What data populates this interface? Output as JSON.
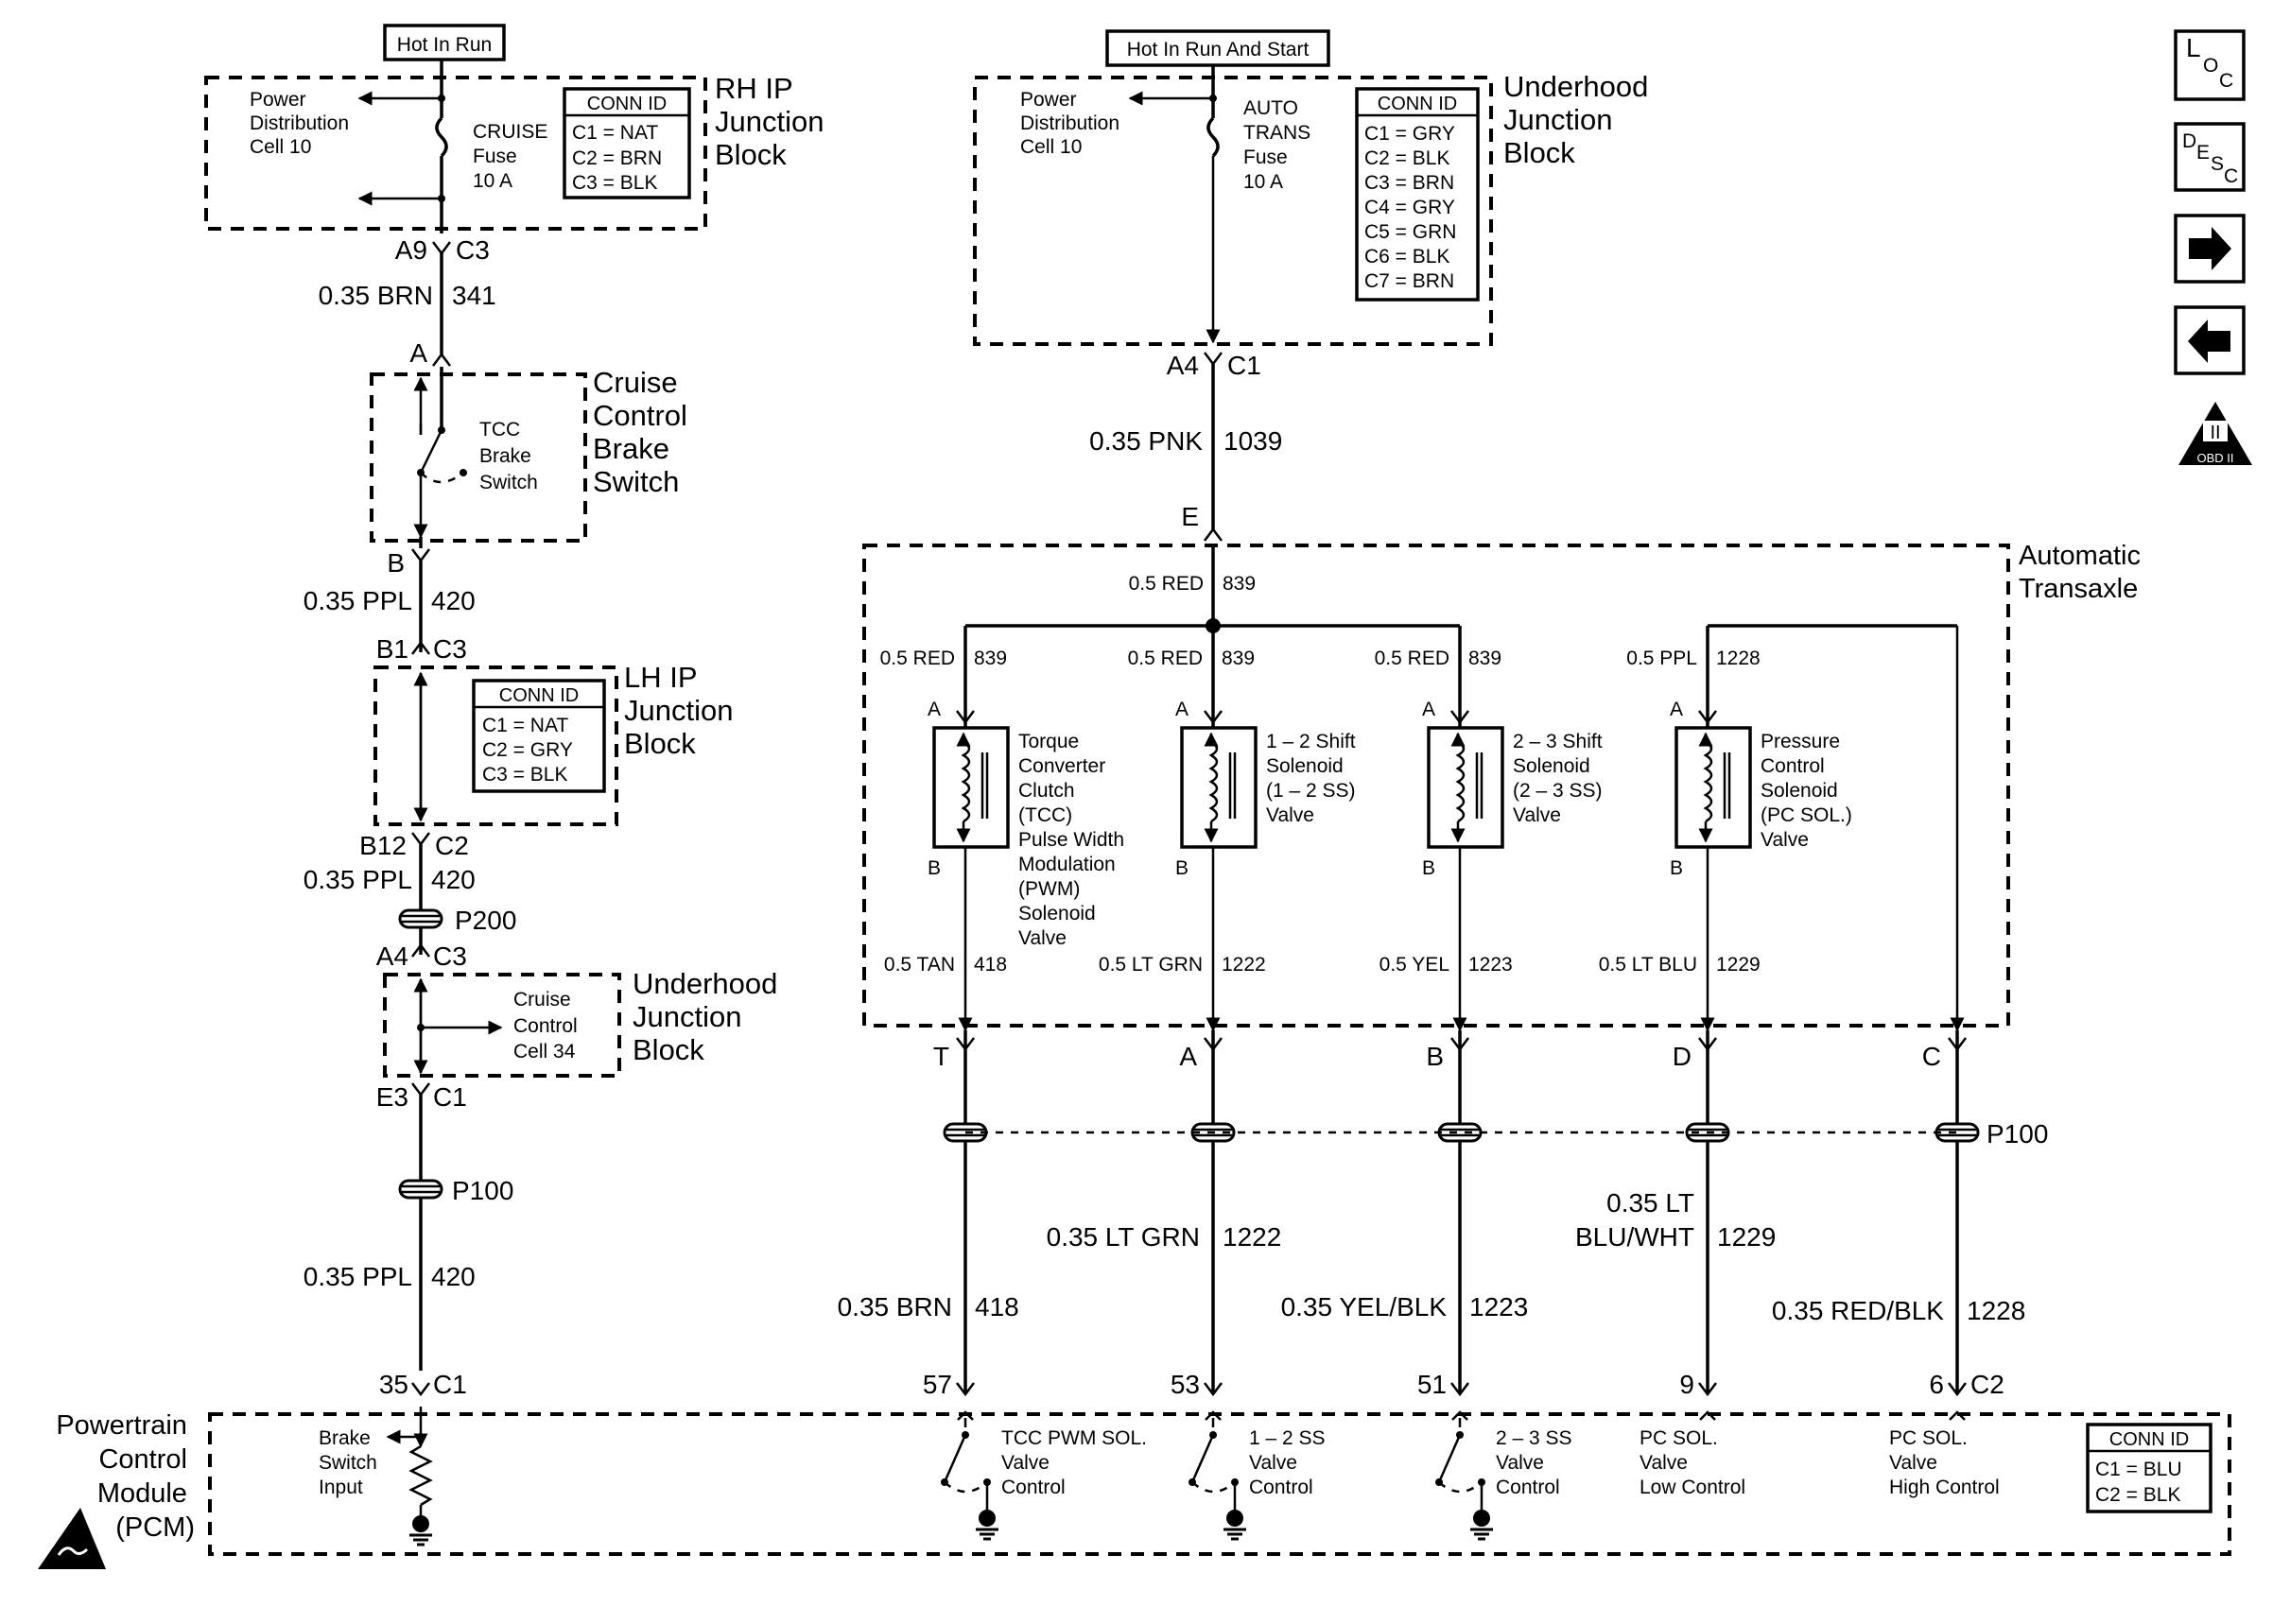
{
  "hot_in_run": "Hot In Run",
  "hot_in_run_start": "Hot In Run And Start",
  "rh_ip": {
    "title": [
      "RH IP",
      "Junction",
      "Block"
    ],
    "pdc": [
      "Power",
      "Distribution",
      "Cell 10"
    ],
    "fuse": [
      "CRUISE",
      "Fuse",
      "10 A"
    ],
    "conn_title": "CONN ID",
    "conn": [
      "C1 = NAT",
      "C2 = BRN",
      "C3 = BLK"
    ],
    "pin_a": "A9",
    "pin_c": "C3"
  },
  "wire_341": {
    "label": "0.35 BRN",
    "num": "341"
  },
  "cruise_switch": {
    "pin_top": "A",
    "pin_bottom": "B",
    "title": [
      "Cruise",
      "Control",
      "Brake",
      "Switch"
    ],
    "inner": [
      "TCC",
      "Brake",
      "Switch"
    ]
  },
  "wire_420_a": {
    "label": "0.35 PPL",
    "num": "420"
  },
  "lh_ip": {
    "pin_top": "B1",
    "conn_top": "C3",
    "title": [
      "LH IP",
      "Junction",
      "Block"
    ],
    "conn_title": "CONN ID",
    "conn": [
      "C1 = NAT",
      "C2 = GRY",
      "C3 = BLK"
    ],
    "pin_bottom": "B12",
    "conn_bottom": "C2"
  },
  "wire_420_b": {
    "label": "0.35 PPL",
    "num": "420"
  },
  "p200": "P200",
  "uh_small": {
    "pin_top": "A4",
    "conn_top": "C3",
    "inner": [
      "Cruise",
      "Control",
      "Cell 34"
    ],
    "title": [
      "Underhood",
      "Junction",
      "Block"
    ],
    "pin_bottom": "E3",
    "conn_bottom": "C1"
  },
  "p100_left": "P100",
  "wire_420_c": {
    "label": "0.35 PPL",
    "num": "420"
  },
  "pcm_pin_35": "35",
  "pcm_conn_c1": "C1",
  "uh_big": {
    "title": [
      "Underhood",
      "Junction",
      "Block"
    ],
    "pdc": [
      "Power",
      "Distribution",
      "Cell 10"
    ],
    "fuse": [
      "AUTO",
      "TRANS",
      "Fuse",
      "10 A"
    ],
    "conn_title": "CONN ID",
    "conn": [
      "C1 = GRY",
      "C2 = BLK",
      "C3 = BRN",
      "C4 = GRY",
      "C5 = GRN",
      "C6 = BLK",
      "C7 = BRN"
    ],
    "pin_a": "A4",
    "pin_c": "C1"
  },
  "wire_1039": {
    "label": "0.35 PNK",
    "num": "1039"
  },
  "trans_pin_e": "E",
  "transaxle": {
    "title": [
      "Automatic",
      "Transaxle"
    ],
    "feed": {
      "label": "0.5 RED",
      "num": "839"
    },
    "solenoids": [
      {
        "top_label": "0.5 RED",
        "top_num": "839",
        "pin_a": "A",
        "pin_b": "B",
        "name": [
          "Torque",
          "Converter",
          "Clutch",
          "(TCC)",
          "Pulse Width",
          "Modulation",
          "(PWM)",
          "Solenoid",
          "Valve"
        ],
        "bot_label": "0.5 TAN",
        "bot_num": "418"
      },
      {
        "top_label": "0.5 RED",
        "top_num": "839",
        "pin_a": "A",
        "pin_b": "B",
        "name": [
          "1 – 2 Shift",
          "Solenoid",
          "(1 – 2 SS)",
          "Valve"
        ],
        "bot_label": "0.5 LT GRN",
        "bot_num": "1222"
      },
      {
        "top_label": "0.5 RED",
        "top_num": "839",
        "pin_a": "A",
        "pin_b": "B",
        "name": [
          "2 – 3 Shift",
          "Solenoid",
          "(2 – 3 SS)",
          "Valve"
        ],
        "bot_label": "0.5 YEL",
        "bot_num": "1223"
      },
      {
        "top_label": "0.5 PPL",
        "top_num": "1228",
        "pin_a": "A",
        "pin_b": "B",
        "name": [
          "Pressure",
          "Control",
          "Solenoid",
          "(PC SOL.)",
          "Valve"
        ],
        "bot_label": "0.5 LT BLU",
        "bot_num": "1229"
      }
    ]
  },
  "trans_pins": [
    "T",
    "A",
    "B",
    "D",
    "C"
  ],
  "p100_right": "P100",
  "wires_lower": [
    {
      "label": "0.35 BRN",
      "num": "418"
    },
    {
      "label": "0.35 LT GRN",
      "num": "1222"
    },
    {
      "label": "0.35 YEL/BLK",
      "num": "1223"
    },
    {
      "label": [
        "0.35 LT",
        "BLU/WHT"
      ],
      "num": "1229"
    },
    {
      "label": "0.35 RED/BLK",
      "num": "1228"
    }
  ],
  "pcm_pins": [
    "57",
    "53",
    "51",
    "9",
    "6"
  ],
  "pcm_conn_c2": "C2",
  "pcm": {
    "title": [
      "Powertrain",
      "Control",
      "Module",
      "(PCM)"
    ],
    "brake_input": [
      "Brake",
      "Switch",
      "Input"
    ],
    "drivers": [
      [
        "TCC PWM SOL.",
        "Valve",
        "Control"
      ],
      [
        "1 – 2 SS",
        "Valve",
        "Control"
      ],
      [
        "2 – 3 SS",
        "Valve",
        "Control"
      ],
      [
        "PC SOL.",
        "Valve",
        "Low Control"
      ],
      [
        "PC SOL.",
        "Valve",
        "High Control"
      ]
    ],
    "conn_title": "CONN ID",
    "conn": [
      "C1 = BLU",
      "C2 = BLK"
    ]
  },
  "nav": {
    "loc": [
      "L",
      "O",
      "C"
    ],
    "desc": [
      "D",
      "E",
      "S",
      "C"
    ],
    "obd": "OBD II",
    "obd_mark": "II"
  }
}
